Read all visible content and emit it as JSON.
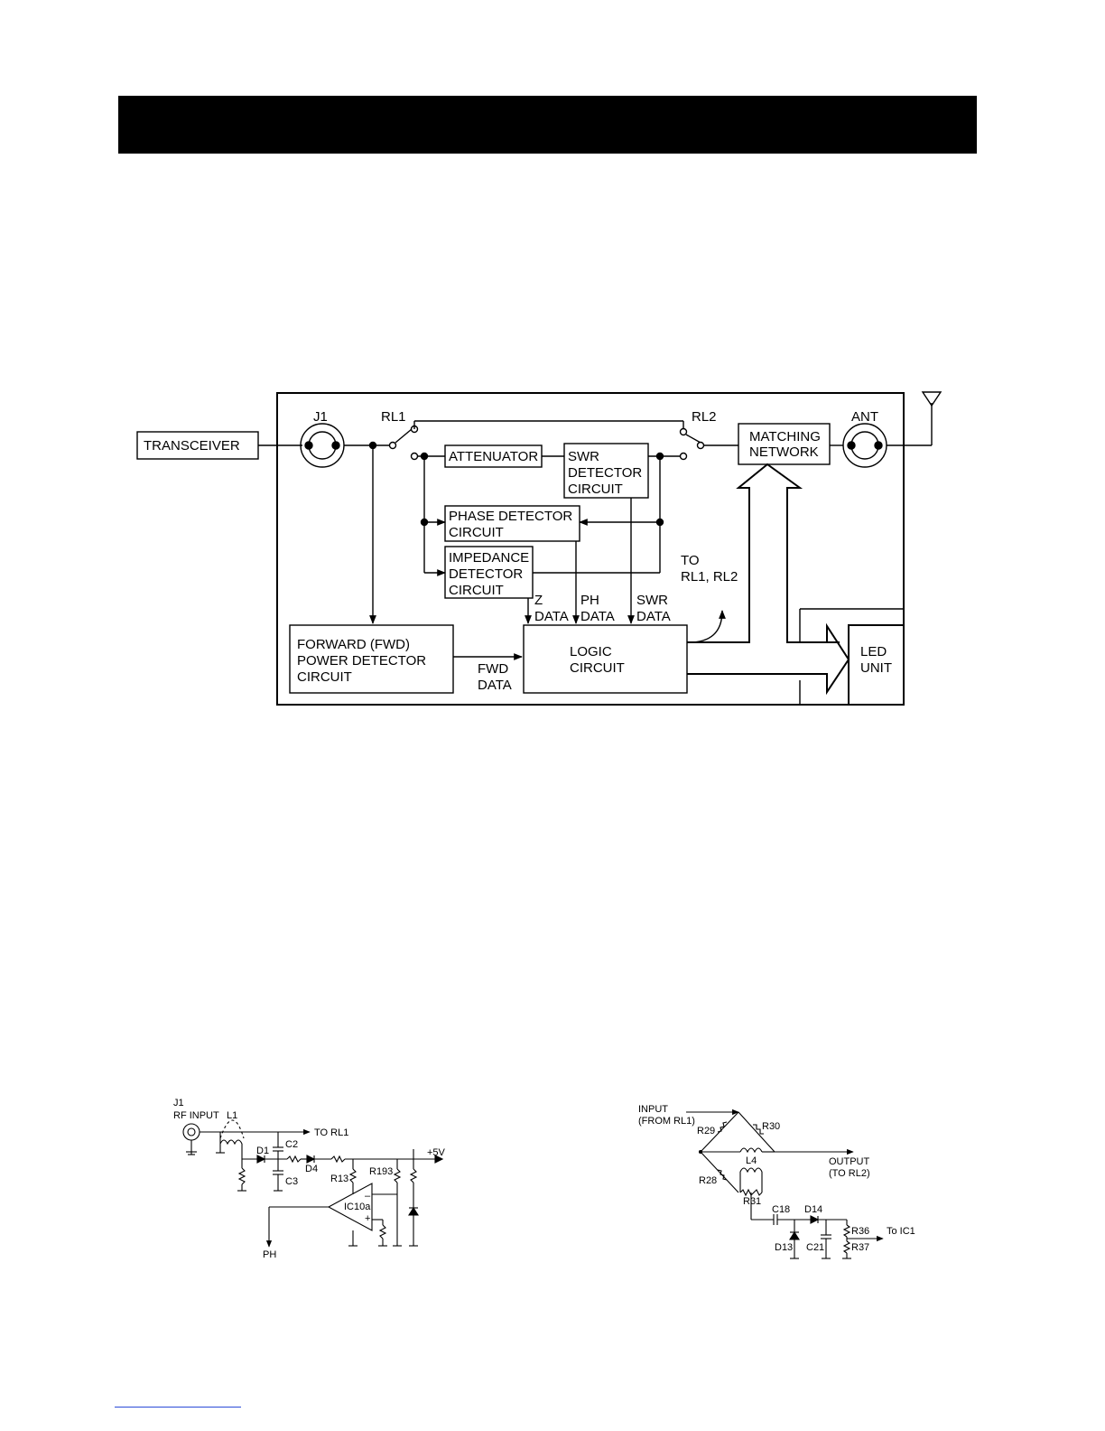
{
  "block_diagram": {
    "transceiver": "TRANSCEIVER",
    "j1": "J1",
    "rl1": "RL1",
    "rl2": "RL2",
    "matching_network": [
      "MATCHING",
      "NETWORK"
    ],
    "ant": "ANT",
    "attenuator": "ATTENUATOR",
    "swr_detector": [
      "SWR",
      "DETECTOR",
      "CIRCUIT"
    ],
    "phase_detector": [
      "PHASE DETECTOR",
      "CIRCUIT"
    ],
    "impedance_detector": [
      "IMPEDANCE",
      "DETECTOR",
      "CIRCUIT"
    ],
    "to_relays": [
      "TO",
      "RL1, RL2"
    ],
    "z_data": [
      "Z",
      "DATA"
    ],
    "ph_data": [
      "PH",
      "DATA"
    ],
    "swr_data": [
      "SWR",
      "DATA"
    ],
    "forward_detector": [
      "FORWARD (FWD)",
      "POWER DETECTOR",
      "CIRCUIT"
    ],
    "fwd_data": [
      "FWD",
      "DATA"
    ],
    "logic": [
      "LOGIC",
      "CIRCUIT"
    ],
    "led_unit": [
      "LED",
      "UNIT"
    ]
  },
  "schematic_left": {
    "j1": "J1",
    "rf_input": "RF INPUT",
    "l1": "L1",
    "to_rl1": "TO RL1",
    "c2": "C2",
    "c3": "C3",
    "d1": "D1",
    "d4": "D4",
    "r13": "R13",
    "r193": "R193",
    "plus5v": "+5V",
    "ic10a": "IC10a",
    "ph": "PH",
    "minus": "–",
    "plus": "+"
  },
  "schematic_right": {
    "input": [
      "INPUT",
      "(FROM RL1)"
    ],
    "r29": "R29",
    "r30": "R30",
    "l4": "L4",
    "output": [
      "OUTPUT",
      "(TO RL2)"
    ],
    "r28": "R28",
    "r31": "R31",
    "c18": "C18",
    "d14": "D14",
    "r36": "R36",
    "r37": "R37",
    "to_ic1": "To IC1",
    "d13": "D13",
    "c21": "C21"
  }
}
